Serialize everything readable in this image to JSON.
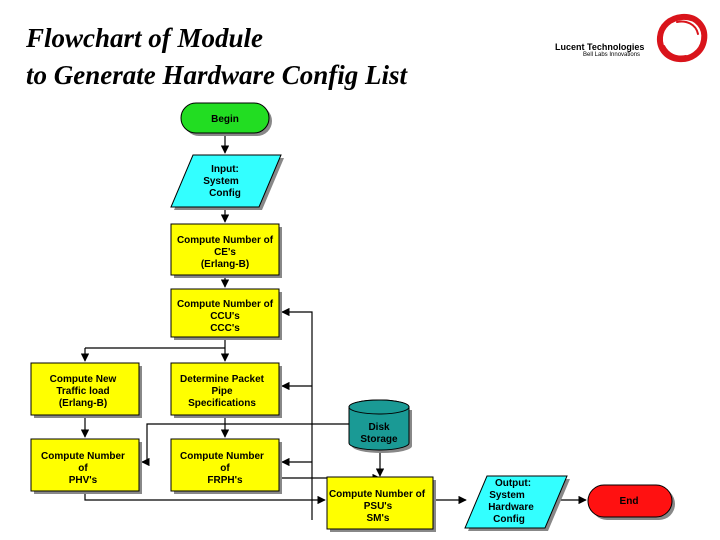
{
  "title": {
    "line1": "Flowchart of Module",
    "line2": "to Generate Hardware Config List"
  },
  "brand": {
    "name": "Lucent Technologies",
    "tagline": "Bell Labs Innovations",
    "logo_color": "#d9141b"
  },
  "colors": {
    "process": "#ffff00",
    "io": "#33ffff",
    "terminal_begin": "#22dd22",
    "terminal_end": "#ff1111",
    "storage": "#1a9a95"
  },
  "nodes": {
    "begin": "Begin",
    "input": {
      "line1": "Input:",
      "line2": "System",
      "line3": "Config"
    },
    "ce": {
      "line1": "Compute Number of",
      "line2": "CE's",
      "line3": "(Erlang-B)"
    },
    "ccu": {
      "line1": "Compute Number of",
      "line2": "CCU's",
      "line3": "CCC's"
    },
    "traffic": {
      "line1": "Compute New",
      "line2": "Traffic load",
      "line3": "(Erlang-B)"
    },
    "packet": {
      "line1": "Determine Packet",
      "line2": "Pipe",
      "line3": "Specifications"
    },
    "phv": {
      "line1": "Compute Number",
      "line2": "of",
      "line3": "PHV's"
    },
    "frph": {
      "line1": "Compute Number",
      "line2": "of",
      "line3": "FRPH's"
    },
    "disk": {
      "line1": "Disk",
      "line2": "Storage"
    },
    "psu": {
      "line1": "Compute Number of",
      "line2": "PSU's",
      "line3": "SM's"
    },
    "output": {
      "line1": "Output:",
      "line2": "System",
      "line3": "Hardware",
      "line4": "Config"
    },
    "end": "End"
  }
}
